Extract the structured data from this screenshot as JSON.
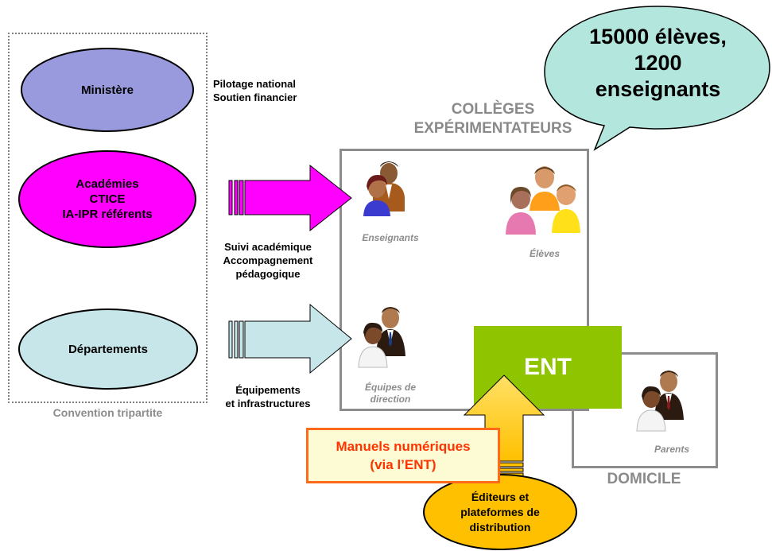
{
  "left_group": {
    "ministere": "Ministère",
    "academies_lines": [
      "Académies",
      "CTICE",
      "IA-IPR référents"
    ],
    "departements": "Départements",
    "caption": "Convention tripartite"
  },
  "descriptions": {
    "ministere_lines": [
      "Pilotage national",
      "Soutien financier"
    ],
    "academies_lines": [
      "Suivi académique",
      "Accompagnement",
      "pédagogique"
    ],
    "departements_lines": [
      "Équipements",
      "et infrastructures"
    ]
  },
  "colleges": {
    "title_lines": [
      "COLLÈGES",
      "EXPÉRIMENTATEURS"
    ],
    "enseignants": "Enseignants",
    "eleves": "Élèves",
    "equipes_lines": [
      "Équipes de",
      "direction"
    ]
  },
  "bubble": {
    "lines": [
      "15000 élèves,",
      "1200",
      "enseignants"
    ]
  },
  "ent": {
    "label": "ENT"
  },
  "domicile": {
    "title": "DOMICILE",
    "parents": "Parents"
  },
  "manuels": {
    "lines": [
      "Manuels numériques",
      "(via l’ENT)"
    ]
  },
  "editeurs": {
    "lines": [
      "Éditeurs et",
      "plateformes de",
      "distribution"
    ]
  },
  "colors": {
    "ministere": "#9999dd",
    "academies": "#ff00ff",
    "departements": "#c6e6ea",
    "ent": "#8ec400",
    "bubble": "#b3e7de",
    "editeurs": "#ffc000",
    "manuels_border": "#ff6a1a",
    "manuels_text": "#ff3300",
    "box_border": "#8c8c8c"
  }
}
